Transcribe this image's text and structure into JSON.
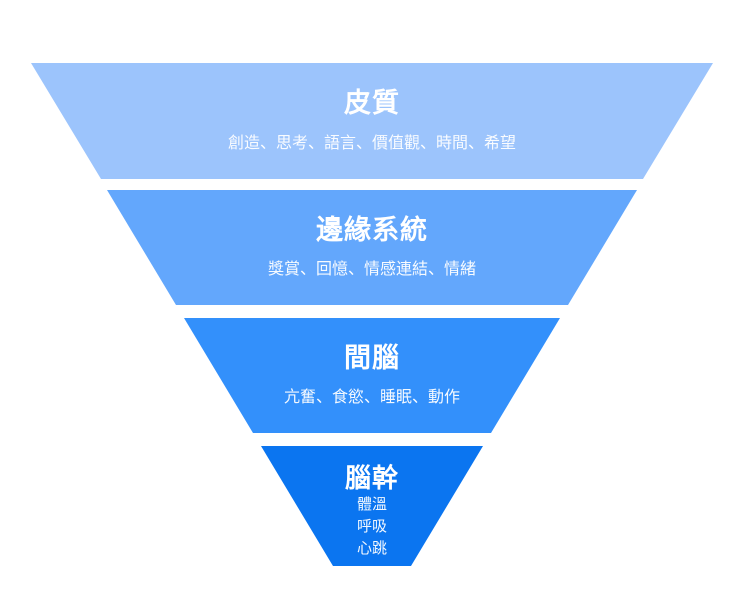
{
  "diagram": {
    "name": "brain-structure-inverted-funnel",
    "type": "funnel",
    "background_color": "#FFFFFF",
    "text_color": "#FFFFFF"
  },
  "segments": [
    {
      "key": "cortex",
      "title": "皮質",
      "subtitle": "創造、思考、語言、價值觀、時間、希望",
      "color": "#9CC4FC"
    },
    {
      "key": "limbic-system",
      "title": "邊緣系統",
      "subtitle": "獎賞、回憶、情感連結、情緒",
      "color": "#63A7FC"
    },
    {
      "key": "diencephalon",
      "title": "間腦",
      "subtitle": "亢奮、食慾、睡眠、動作",
      "color": "#3390FB"
    },
    {
      "key": "brainstem",
      "title": "腦幹",
      "subtitle_lines": [
        "體溫",
        "呼吸",
        "心跳"
      ],
      "color": "#0B75F0"
    }
  ]
}
